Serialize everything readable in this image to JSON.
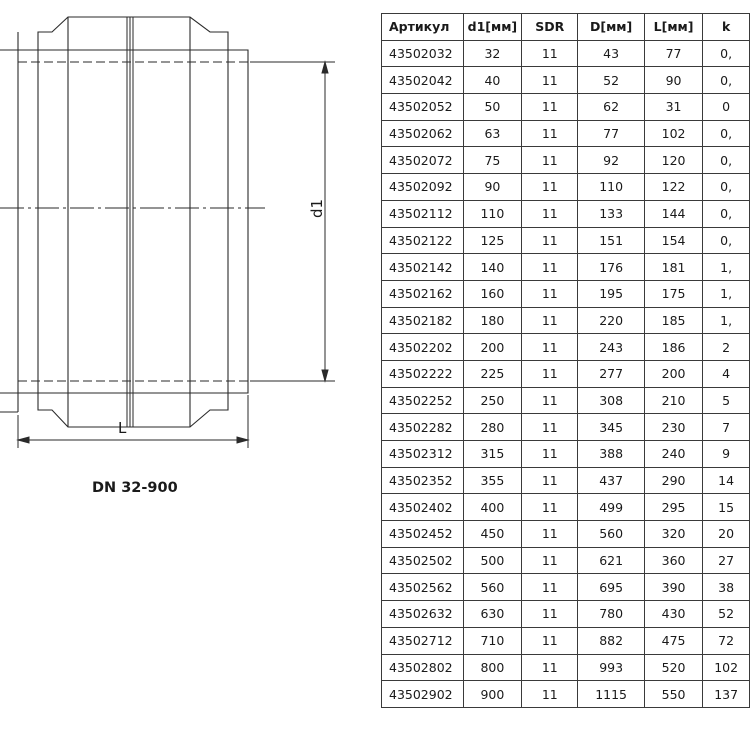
{
  "drawing": {
    "label_length": "L",
    "label_diameter": "d1",
    "caption": "DN 32-900"
  },
  "table": {
    "headers": [
      "Артикул",
      "d1[мм]",
      "SDR",
      "D[мм]",
      "L[мм]",
      "k"
    ],
    "rows": [
      [
        "43502032",
        "32",
        "11",
        "43",
        "77",
        "0,"
      ],
      [
        "43502042",
        "40",
        "11",
        "52",
        "90",
        "0,"
      ],
      [
        "43502052",
        "50",
        "11",
        "62",
        "31",
        "0"
      ],
      [
        "43502062",
        "63",
        "11",
        "77",
        "102",
        "0,"
      ],
      [
        "43502072",
        "75",
        "11",
        "92",
        "120",
        "0,"
      ],
      [
        "43502092",
        "90",
        "11",
        "110",
        "122",
        "0,"
      ],
      [
        "43502112",
        "110",
        "11",
        "133",
        "144",
        "0,"
      ],
      [
        "43502122",
        "125",
        "11",
        "151",
        "154",
        "0,"
      ],
      [
        "43502142",
        "140",
        "11",
        "176",
        "181",
        "1,"
      ],
      [
        "43502162",
        "160",
        "11",
        "195",
        "175",
        "1,"
      ],
      [
        "43502182",
        "180",
        "11",
        "220",
        "185",
        "1,"
      ],
      [
        "43502202",
        "200",
        "11",
        "243",
        "186",
        "2"
      ],
      [
        "43502222",
        "225",
        "11",
        "277",
        "200",
        "4"
      ],
      [
        "43502252",
        "250",
        "11",
        "308",
        "210",
        "5"
      ],
      [
        "43502282",
        "280",
        "11",
        "345",
        "230",
        "7"
      ],
      [
        "43502312",
        "315",
        "11",
        "388",
        "240",
        "9"
      ],
      [
        "43502352",
        "355",
        "11",
        "437",
        "290",
        "14"
      ],
      [
        "43502402",
        "400",
        "11",
        "499",
        "295",
        "15"
      ],
      [
        "43502452",
        "450",
        "11",
        "560",
        "320",
        "20"
      ],
      [
        "43502502",
        "500",
        "11",
        "621",
        "360",
        "27"
      ],
      [
        "43502562",
        "560",
        "11",
        "695",
        "390",
        "38"
      ],
      [
        "43502632",
        "630",
        "11",
        "780",
        "430",
        "52"
      ],
      [
        "43502712",
        "710",
        "11",
        "882",
        "475",
        "72"
      ],
      [
        "43502802",
        "800",
        "11",
        "993",
        "520",
        "102"
      ],
      [
        "43502902",
        "900",
        "11",
        "1115",
        "550",
        "137"
      ]
    ]
  }
}
